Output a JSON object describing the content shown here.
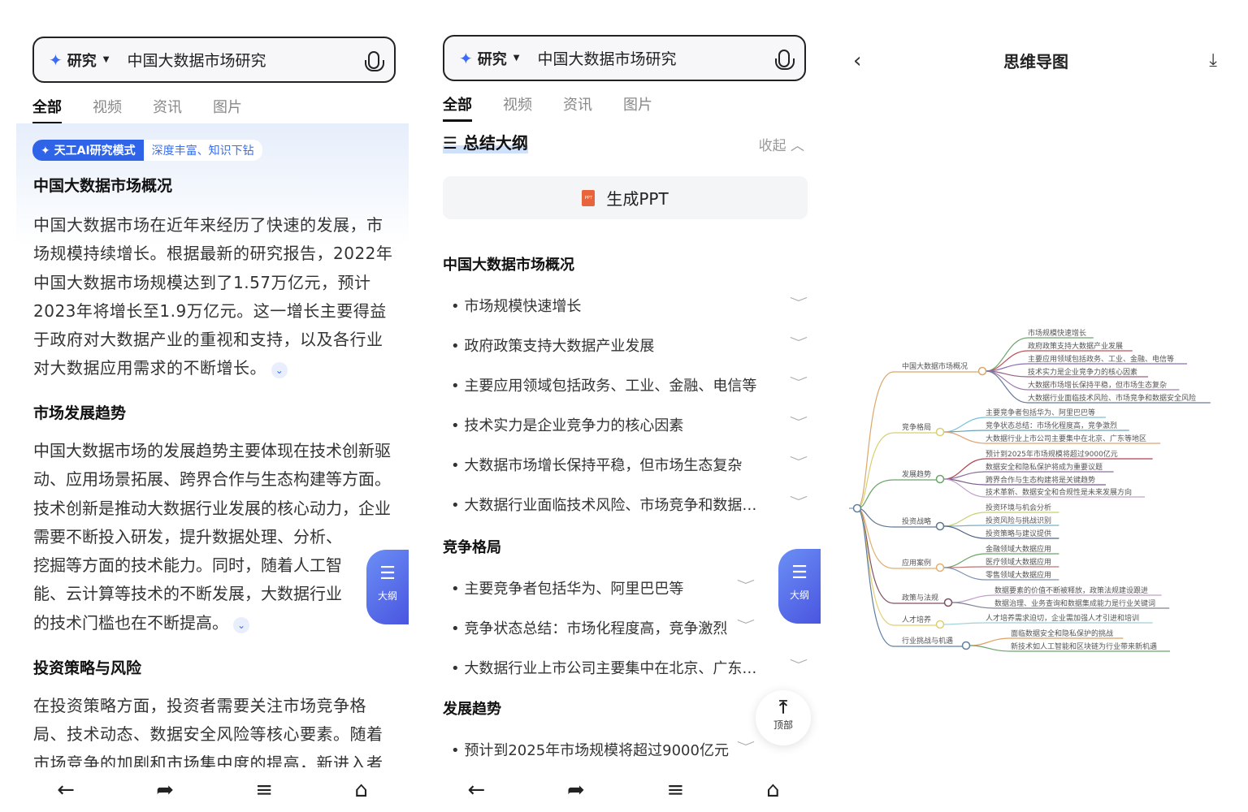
{
  "search": {
    "mode": "研究",
    "query": "中国大数据市场研究"
  },
  "tabs": [
    "全部",
    "视频",
    "资讯",
    "图片"
  ],
  "panel1": {
    "badge_mode": "天工AI研究模式",
    "badge_tag": "深度丰富、知识下钻",
    "sections": [
      {
        "title": "中国大数据市场概况",
        "text": "中国大数据市场在近年来经历了快速的发展，市场规模持续增长。根据最新的研究报告，2022年中国大数据市场规模达到了1.57万亿元，预计2023年将增长至1.9万亿元。这一增长主要得益于政府对大数据产业的重视和支持，以及各行业对大数据应用需求的不断增长。"
      },
      {
        "title": "市场发展趋势",
        "text": "中国大数据市场的发展趋势主要体现在技术创新驱动、应用场景拓展、跨界合作与生态构建等方面。技术创新是推动大数据行业发展的核心动力，企业需要不断投入研发，提升数据处理、分析、挖掘等方面的技术能力。同时，随着人工智能、云计算等技术的不断发展，大数据行业的技术门槛也在不断提高。"
      },
      {
        "title": "投资策略与风险",
        "text": "在投资策略方面，投资者需要关注市场竞争格局、技术动态、数据安全风险等核心要素。随着市场竞争的加剧和市场集中度的提高，新进入者"
      }
    ]
  },
  "float_outline": "大纲",
  "panel2": {
    "outline_title": "总结大纲",
    "collapse": "收起",
    "ppt": "生成PPT",
    "ppt_icon": "PPT",
    "groups": [
      {
        "title": "中国大数据市场概况",
        "items": [
          "市场规模快速增长",
          "政府政策支持大数据产业发展",
          "主要应用领域包括政务、工业、金融、电信等",
          "技术实力是企业竞争力的核心因素",
          "大数据市场增长保持平稳，但市场生态复杂",
          "大数据行业面临技术风险、市场竞争和数据安全风险"
        ]
      },
      {
        "title": "竞争格局",
        "items": [
          "主要竞争者包括华为、阿里巴巴等",
          "竞争状态总结：市场化程度高，竞争激烈",
          "大数据行业上市公司主要集中在北京、广东等地区"
        ]
      },
      {
        "title": "发展趋势",
        "items": [
          "预计到2025年市场规模将超过9000亿元"
        ]
      }
    ],
    "to_top": "顶部"
  },
  "panel3": {
    "title": "思维导图",
    "branches": [
      {
        "label": "中国大数据市场概况",
        "color": "#d9a86b",
        "children": [
          "市场规模快速增长",
          "政府政策支持大数据产业发展",
          "主要应用领域包括政务、工业、金融、电信等",
          "技术实力是企业竞争力的核心因素",
          "大数据市场增长保持平稳，但市场生态复杂",
          "大数据行业面临技术风险、市场竞争和数据安全风险"
        ],
        "child_colors": [
          "#6aa56a",
          "#c0505a",
          "#8a70b0",
          "#9a6080",
          "#a07ab0",
          "#6a7a9a"
        ]
      },
      {
        "label": "竞争格局",
        "color": "#d8d070",
        "children": [
          "主要竞争者包括华为、阿里巴巴等",
          "竞争状态总结：市场化程度高，竞争激烈",
          "大数据行业上市公司主要集中在北京、广东等地区"
        ],
        "child_colors": [
          "#7ac0d8",
          "#6aa0b8",
          "#e0a070"
        ]
      },
      {
        "label": "发展趋势",
        "color": "#6aa56a",
        "children": [
          "预计到2025年市场规模将超过9000亿元",
          "数据安全和隐私保护将成为重要议题",
          "跨界合作与生态构建将是关键趋势",
          "技术革新、数据安全和合规性是未来发展方向"
        ],
        "child_colors": [
          "#b04050",
          "#8a70a0",
          "#7a5a8a",
          "#c0a0c8"
        ]
      },
      {
        "label": "投资战略",
        "color": "#607890",
        "children": [
          "投资环境与机会分析",
          "投资风险与挑战识别",
          "投资策略与建议提供"
        ],
        "child_colors": [
          "#c8d070",
          "#70b0c8",
          "#506080"
        ]
      },
      {
        "label": "应用案例",
        "color": "#e0b070",
        "children": [
          "金融领域大数据应用",
          "医疗领域大数据应用",
          "零售领域大数据应用"
        ],
        "child_colors": [
          "#6aa56a",
          "#c07070",
          "#8090b0"
        ]
      },
      {
        "label": "政策与法规",
        "color": "#805060",
        "children": [
          "数据要素的价值不断被释放，政策法规建设跟进",
          "数据治理、业务查询和数据集成能力是行业关键词"
        ],
        "child_colors": [
          "#c0a0c8",
          "#808090"
        ]
      },
      {
        "label": "人才培养",
        "color": "#e0d070",
        "children": [
          "人才培养需求迫切，企业需加强人才引进和培训"
        ],
        "child_colors": [
          "#a0d0d8"
        ]
      },
      {
        "label": "行业挑战与机遇",
        "color": "#6080a0",
        "children": [
          "面临数据安全和隐私保护的挑战",
          "新技术如人工智能和区块链为行业带来新机遇"
        ],
        "child_colors": [
          "#e0a060",
          "#6aa56a"
        ]
      }
    ]
  },
  "icons": {
    "back": "arrow-left-icon",
    "share": "share-icon",
    "menu": "menu-icon",
    "home": "home-icon"
  }
}
